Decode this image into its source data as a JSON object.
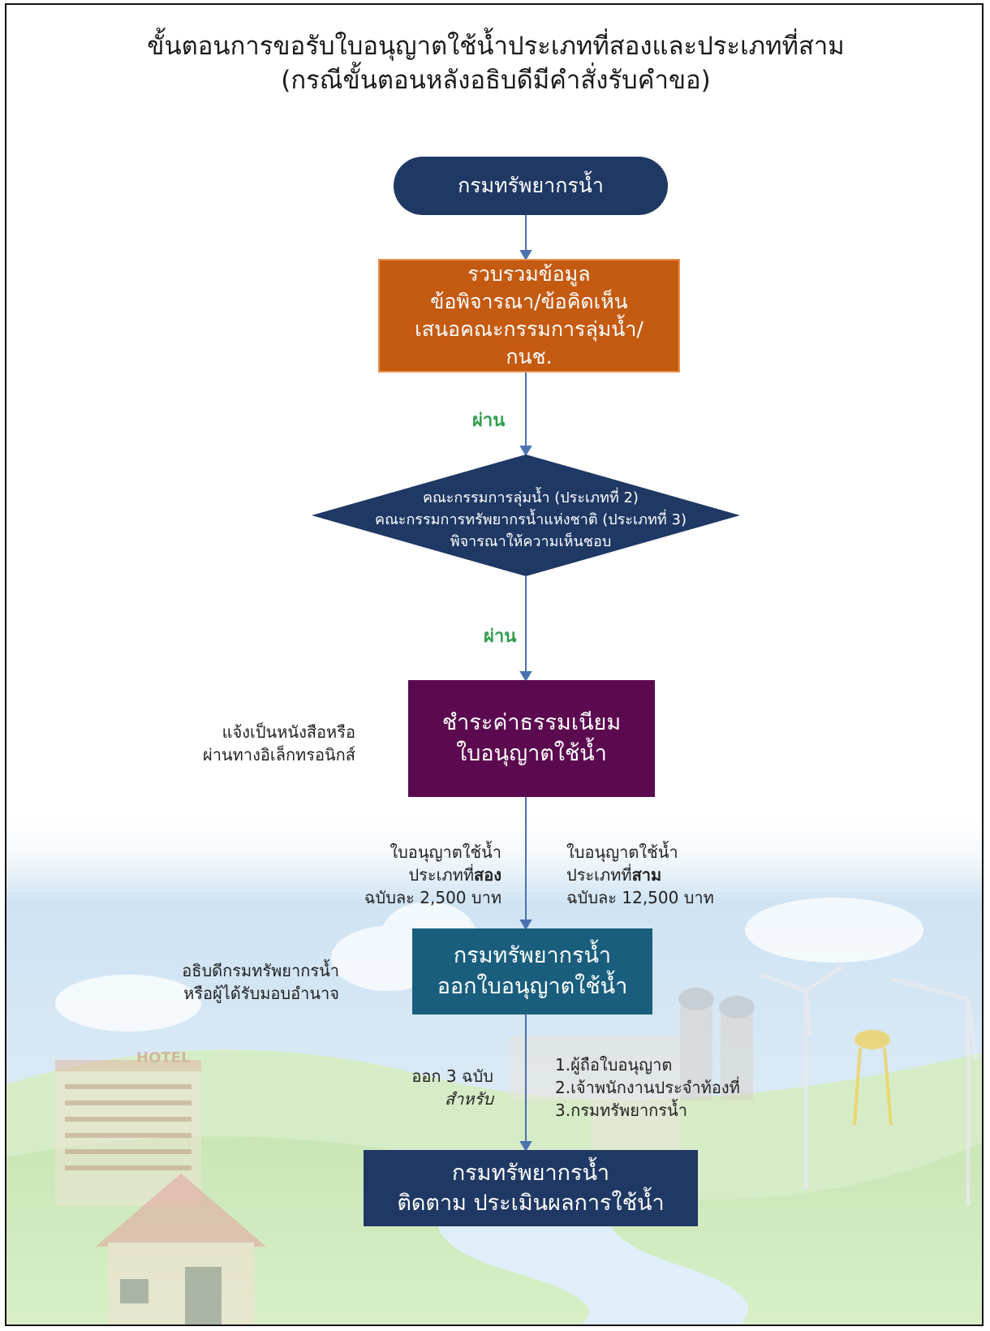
{
  "title": {
    "line1": "ขั้นตอนการขอรับใบอนุญาตใช้น้ำประเภทที่สองและประเภทที่สาม",
    "line2": "(กรณีขั้นตอนหลังอธิบดีมีคำสั่งรับคำขอ)"
  },
  "nodes": {
    "start": "กรมทรัพยากรน้ำ",
    "collect": [
      "รวบรวมข้อมูล",
      "ข้อพิจารณา/ข้อคิดเห็น",
      "เสนอคณะกรรมการลุ่มน้ำ/",
      "กนช."
    ],
    "decision": [
      "คณะกรรมการลุ่มน้ำ (ประเภทที่ 2)",
      "คณะกรรมการทรัพยากรน้ำแห่งชาติ (ประเภทที่ 3)",
      "พิจารณาให้ความเห็นชอบ"
    ],
    "fee": [
      "ชำระค่าธรรมเนียม",
      "ใบอนุญาตใช้น้ำ"
    ],
    "issue": [
      "กรมทรัพยากรน้ำ",
      "ออกใบอนุญาตใช้น้ำ"
    ],
    "monitor": [
      "กรมทรัพยากรน้ำ",
      "ติดตาม ประเมินผลการใช้น้ำ"
    ]
  },
  "edges": {
    "pass_label_1": "ผ่าน",
    "pass_label_2": "ผ่าน"
  },
  "notes": {
    "notify": [
      "แจ้งเป็นหนังสือหรือ",
      "ผ่านทางอิเล็กทรอนิกส์"
    ],
    "type2": {
      "line1": "ใบอนุญาตใช้น้ำ",
      "line2_prefix": "ประเภทที่",
      "line2_bold": "สอง",
      "line3": "ฉบับละ 2,500 บาท"
    },
    "type3": {
      "line1": "ใบอนุญาตใช้น้ำ",
      "line2_prefix": "ประเภทที่",
      "line2_bold": "สาม",
      "line3": "ฉบับละ 12,500 บาท"
    },
    "authority": [
      "อธิบดีกรมทรัพยากรน้ำ",
      "หรือผู้ได้รับมอบอำนาจ"
    ],
    "copies": {
      "line1": "ออก 3 ฉบับ",
      "line2": "สำหรับ"
    },
    "recipients": [
      "1.ผู้ถือใบอนุญาต",
      "2.เจ้าพนักงานประจำท้องที่",
      "3.กรมทรัพยากรน้ำ"
    ]
  },
  "background": {
    "hotel_sign": "HOTEL"
  },
  "colors": {
    "start": "#1f3864",
    "collect": "#c55a11",
    "decision": "#1f3864",
    "fee": "#5c0a4f",
    "issue": "#1a5e7d",
    "monitor": "#1f3864",
    "pass_label": "#2f9e4f",
    "connector": "#4a72b0"
  }
}
